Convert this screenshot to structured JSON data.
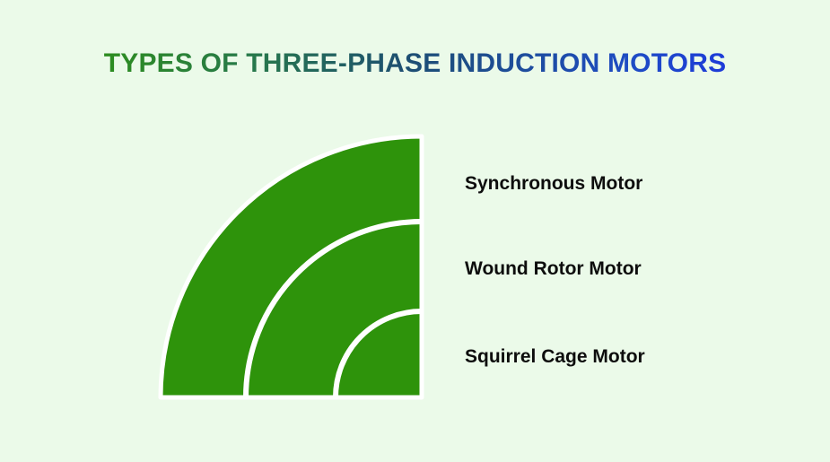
{
  "page": {
    "background_color": "#ebfae9"
  },
  "title": {
    "text": "TYPES OF THREE-PHASE INDUCTION MOTORS",
    "gradient_start_color": "#2f9410",
    "gradient_mid_color": "#1d4e72",
    "gradient_end_color": "#1c2ee8"
  },
  "diagram": {
    "type": "concentric-quarter-rings",
    "ring_color": "#2e930b",
    "separator_color": "#ffffff",
    "rings": [
      {
        "label": "Synchronous Motor"
      },
      {
        "label": "Wound Rotor Motor"
      },
      {
        "label": "Squirrel Cage Motor"
      }
    ]
  }
}
